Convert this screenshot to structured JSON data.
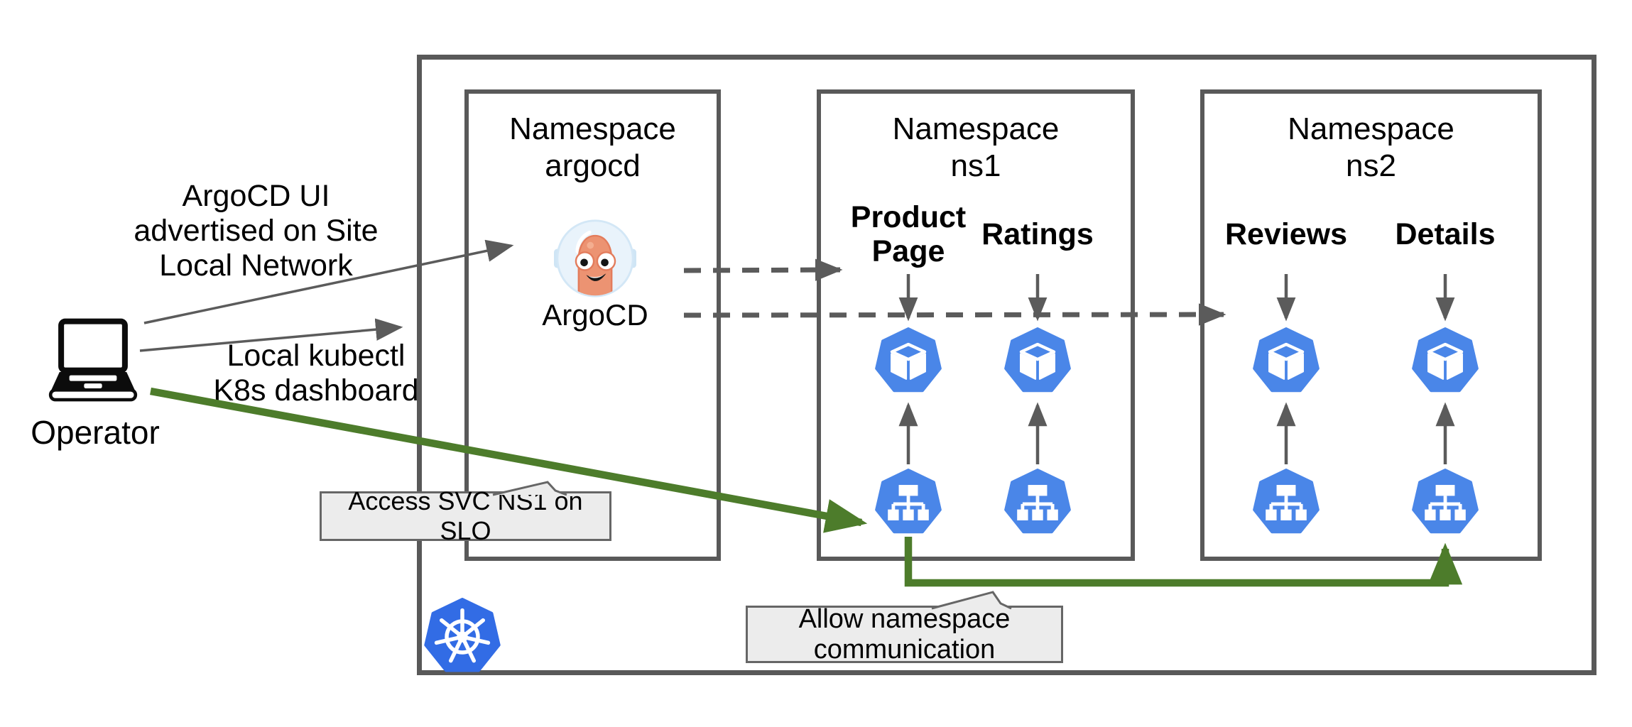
{
  "operator": {
    "label": "Operator"
  },
  "annotations": {
    "argocd_ui": {
      "line1": "ArgoCD UI",
      "line2": "advertised on Site",
      "line3": "Local Network"
    },
    "kubectl": {
      "line1": "Local kubectl",
      "line2": "K8s dashboard"
    }
  },
  "namespaces": [
    {
      "title": "Namespace",
      "name": "argocd",
      "app_label": "ArgoCD"
    },
    {
      "title": "Namespace",
      "name": "ns1",
      "services": [
        {
          "name": "Product Page"
        },
        {
          "name": "Ratings"
        }
      ]
    },
    {
      "title": "Namespace",
      "name": "ns2",
      "services": [
        {
          "name": "Reviews"
        },
        {
          "name": "Details"
        }
      ]
    }
  ],
  "callouts": {
    "access": "Access SVC NS1 on SLO",
    "allow": "Allow namespace communication"
  },
  "icons": {
    "operator": "laptop-icon",
    "argocd": "argocd-mascot-icon",
    "pod": "pod-icon",
    "service": "service-icon",
    "cluster": "kubernetes-logo-icon"
  },
  "colors": {
    "box_border": "#595959",
    "arrow_gray": "#5B5B5B",
    "icon_blue": "#4A86E8",
    "kubernetes_blue": "#326CE5",
    "green": "#4D7C2B",
    "callout_bg": "#ECECEC",
    "argocd_orange": "#EC9372",
    "bubble_blue": "#E9F3FB"
  }
}
